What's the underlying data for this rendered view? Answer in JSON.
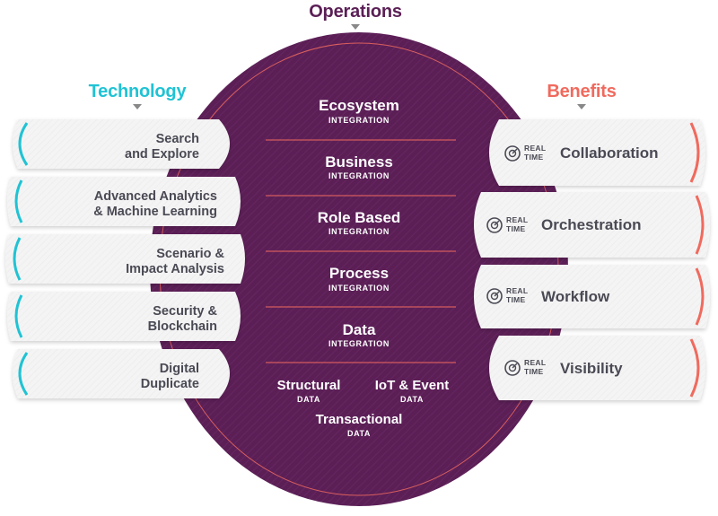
{
  "headers": {
    "operations": "Operations",
    "technology": "Technology",
    "benefits": "Benefits"
  },
  "colors": {
    "purple": "#5b1f56",
    "teal": "#1fc3d4",
    "coral": "#f06a5e",
    "card_text": "#4a4a55",
    "header_text": "#5b1f56"
  },
  "technology": [
    {
      "line1": "Search",
      "line2": "and Explore"
    },
    {
      "line1": "Advanced Analytics",
      "line2": "& Machine Learning"
    },
    {
      "line1": "Scenario &",
      "line2": "Impact Analysis"
    },
    {
      "line1": "Security &",
      "line2": "Blockchain"
    },
    {
      "line1": "Digital",
      "line2": "Duplicate"
    }
  ],
  "benefits": [
    {
      "badge_top": "REAL",
      "badge_bottom": "TIME",
      "label": "Collaboration",
      "icon": "realtime-clock-icon"
    },
    {
      "badge_top": "REAL",
      "badge_bottom": "TIME",
      "label": "Orchestration",
      "icon": "realtime-clock-icon"
    },
    {
      "badge_top": "REAL",
      "badge_bottom": "TIME",
      "label": "Workflow",
      "icon": "realtime-clock-icon"
    },
    {
      "badge_top": "REAL",
      "badge_bottom": "TIME",
      "label": "Visibility",
      "icon": "realtime-clock-icon"
    }
  ],
  "layers": [
    {
      "title": "Ecosystem",
      "sub": "INTEGRATION"
    },
    {
      "title": "Business",
      "sub": "INTEGRATION"
    },
    {
      "title": "Role Based",
      "sub": "INTEGRATION"
    },
    {
      "title": "Process",
      "sub": "INTEGRATION"
    },
    {
      "title": "Data",
      "sub": "INTEGRATION"
    }
  ],
  "data_types": [
    {
      "title": "Structural",
      "sub": "DATA"
    },
    {
      "title": "IoT & Event",
      "sub": "DATA"
    },
    {
      "title": "Transactional",
      "sub": "DATA"
    }
  ]
}
